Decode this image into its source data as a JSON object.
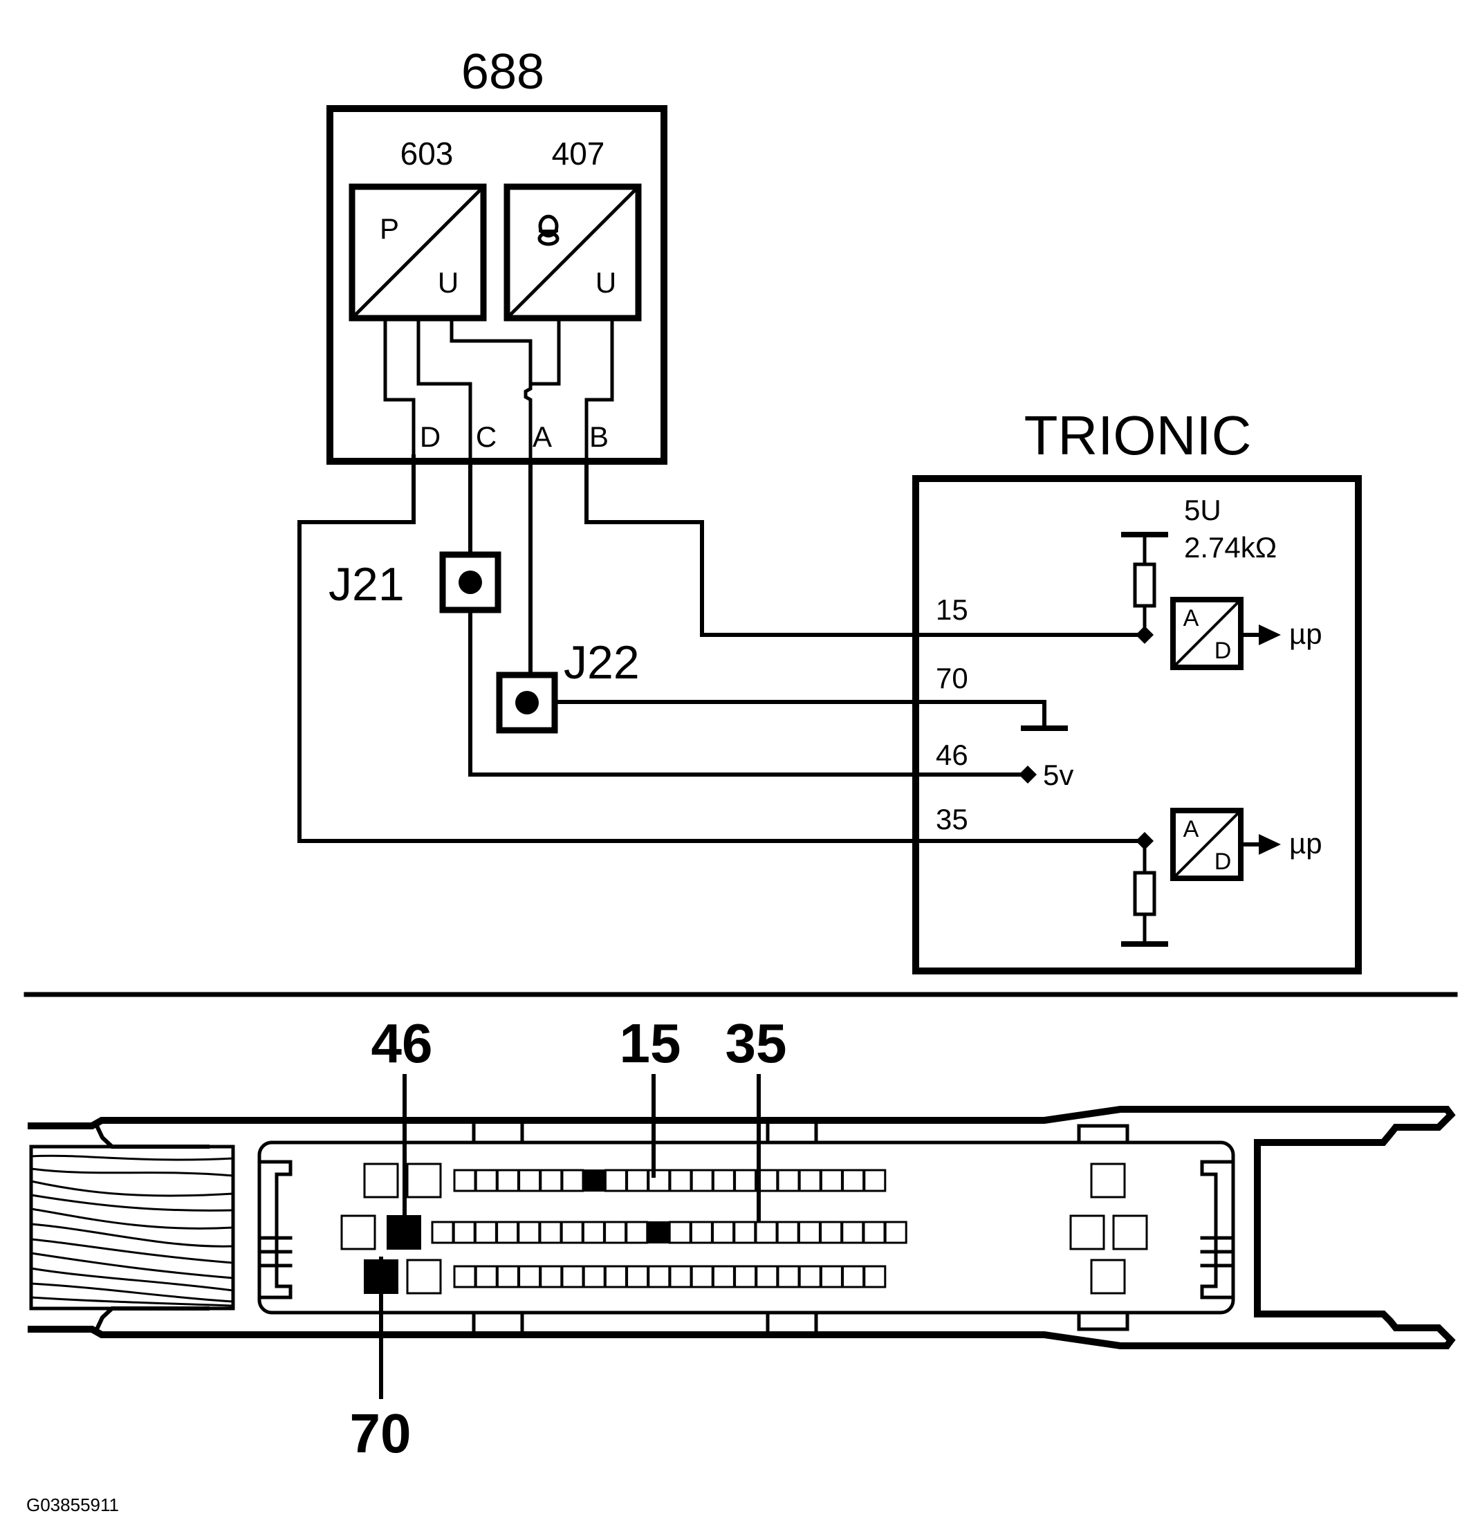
{
  "module": {
    "label": "688"
  },
  "sensor_pressure": {
    "id": "603",
    "input": "P",
    "output": "U"
  },
  "sensor_temp": {
    "id": "407",
    "output": "U"
  },
  "module_pins": {
    "d": "D",
    "c": "C",
    "a": "A",
    "b": "B"
  },
  "junctions": {
    "j21": "J21",
    "j22": "J22"
  },
  "ecu": {
    "label": "TRIONIC",
    "pull_up_label": "5U",
    "resistor_value": "2.74kΩ",
    "pins": {
      "p15": "15",
      "p70": "70",
      "p46": "46",
      "p35": "35"
    },
    "supply_label": "5v",
    "adc_in": "A",
    "adc_out": "D",
    "micro_label": "µp"
  },
  "connector_callouts": {
    "c46": "46",
    "c15": "15",
    "c35": "35",
    "c70": "70"
  },
  "figure_code": "G03855911"
}
